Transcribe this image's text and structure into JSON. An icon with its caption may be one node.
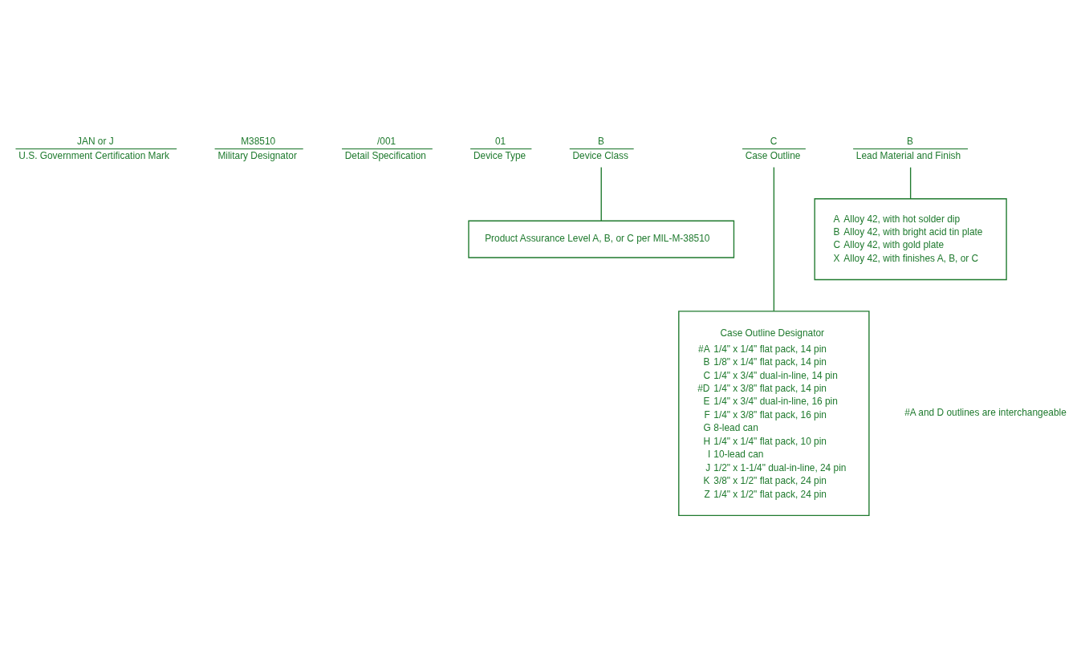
{
  "diagram": {
    "nodes": [
      {
        "text": [
          "JAN or J",
          "U.S. Government Certification Mark"
        ]
      },
      {
        "text": [
          "M38510",
          "Military Designator"
        ]
      },
      {
        "text": [
          "/001",
          "Detail Specification"
        ]
      },
      {
        "text": [
          "01",
          "Device Type"
        ]
      },
      {
        "text": [
          "B",
          "Device Class"
        ]
      },
      {
        "text": [
          "C",
          "Case Outline"
        ]
      },
      {
        "text": [
          "B",
          "Lead Material and Finish"
        ]
      },
      {
        "text": [
          "Product Assurance Level A, B, or C per MIL-M-38510"
        ]
      },
      {
        "text": [
          "A",
          "Alloy 42, with hot solder dip",
          "B",
          "Alloy 42, with bright acid tin plate",
          "C",
          "Alloy 42, with gold plate",
          "X",
          "Alloy 42, with finishes A, B, or C"
        ]
      },
      {
        "text": [
          "Case Outline Designator",
          "#A",
          "1/4\" x 1/4\" flat pack, 14 pin",
          "B",
          "1/8\" x 1/4\" flat pack, 14 pin",
          "C",
          "1/4\" x 3/4\" dual-in-line, 14 pin",
          "#D",
          "1/4\" x 3/8\" flat pack, 14 pin",
          "E",
          "1/4\" x 3/4\" dual-in-line, 16 pin",
          "F",
          "1/4\" x 3/8\" flat pack, 16 pin",
          "G",
          "8-lead can",
          "H",
          "1/4\" x 1/4\" flat pack, 10 pin",
          "I",
          "10-lead can",
          "J",
          "1/2\" x 1-1/4\" dual-in-line, 24 pin",
          "K",
          "3/8\" x 1/2\" flat pack, 24 pin",
          "Z",
          "1/4\" x 1/2\" flat pack, 24 pin"
        ]
      }
    ],
    "edges": [
      {
        "from": 4,
        "to": 7,
        "arrow": "none"
      },
      {
        "from": 6,
        "to": 8,
        "arrow": "none"
      },
      {
        "from": 5,
        "to": 9,
        "arrow": "none"
      }
    ],
    "labels": [
      "#A and D outlines are interchangeable"
    ]
  }
}
